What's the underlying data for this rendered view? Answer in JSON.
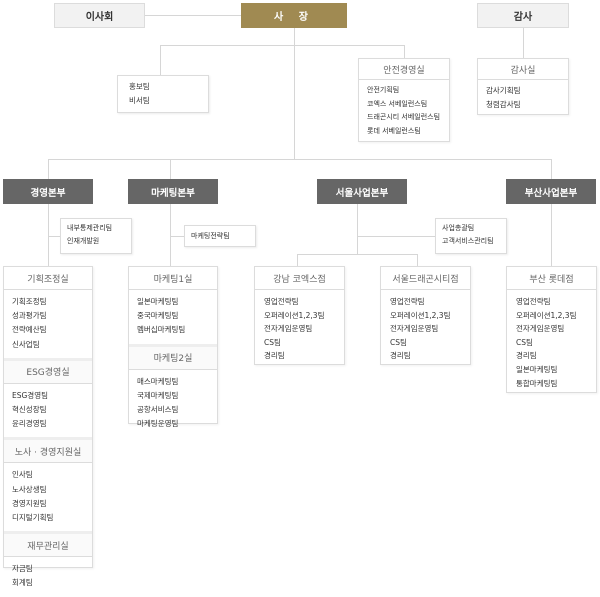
{
  "top": {
    "board": "이사회",
    "ceo": "사 장",
    "audit": "감사"
  },
  "ceo_direct": {
    "teams": [
      "홍보팀",
      "비서팀"
    ]
  },
  "safety_office": {
    "title": "안전경영실",
    "teams": [
      "안전기획팀",
      "코엑스 서베일런스팀",
      "드래곤시티 서베일런스팀",
      "롯데 서베일런스팀"
    ]
  },
  "audit_office": {
    "title": "감사실",
    "teams": [
      "감사기획팀",
      "청렴감사팀"
    ]
  },
  "headquarters": [
    {
      "name": "경영본부",
      "direct_teams": [
        "내부통제관리팀",
        "인재개발원"
      ],
      "offices": [
        {
          "title": "기획조정실",
          "teams": [
            "기획조정팀",
            "성과평가팀",
            "전략예산팀",
            "신사업팀"
          ]
        },
        {
          "title": "ESG경영실",
          "teams": [
            "ESG경영팀",
            "혁신성장팀",
            "윤리경영팀"
          ]
        },
        {
          "title": "노사 · 경영지원실",
          "teams": [
            "인사팀",
            "노사상생팀",
            "경영지원팀",
            "디지털기획팀"
          ]
        },
        {
          "title": "재무관리실",
          "teams": [
            "자금팀",
            "회계팀"
          ]
        }
      ]
    },
    {
      "name": "마케팅본부",
      "direct_teams": [
        "마케팅전략팀"
      ],
      "offices": [
        {
          "title": "마케팅1실",
          "teams": [
            "일본마케팅팀",
            "중국마케팅팀",
            "멤버십마케팅팀"
          ]
        },
        {
          "title": "마케팅2실",
          "teams": [
            "매스마케팅팀",
            "국제마케팅팀",
            "공항서비스팀",
            "마케팅운영팀"
          ]
        }
      ]
    },
    {
      "name": "서울사업본부",
      "direct_teams": [
        "사업총괄팀",
        "고객서비스관리팀"
      ],
      "offices": [
        {
          "title": "강남 코엑스점",
          "teams": [
            "영업전략팀",
            "오퍼레이션1,2,3팀",
            "전자게임운영팀",
            "CS팀",
            "경리팀"
          ]
        },
        {
          "title": "서울드래곤시티점",
          "teams": [
            "영업전략팀",
            "오퍼레이션1,2,3팀",
            "전자게임운영팀",
            "CS팀",
            "경리팀"
          ]
        }
      ]
    },
    {
      "name": "부산사업본부",
      "direct_teams": [],
      "offices": [
        {
          "title": "부산 롯데점",
          "teams": [
            "영업전략팀",
            "오퍼레이션1,2,3팀",
            "전자게임운영팀",
            "CS팀",
            "경리팀",
            "일본마케팅팀",
            "통합마케팅팀"
          ]
        }
      ]
    }
  ],
  "colors": {
    "ceo": "#a08a52",
    "headquarters": "#666666",
    "top_box": "#f2f2f2",
    "lines": "#d6d6d6"
  }
}
